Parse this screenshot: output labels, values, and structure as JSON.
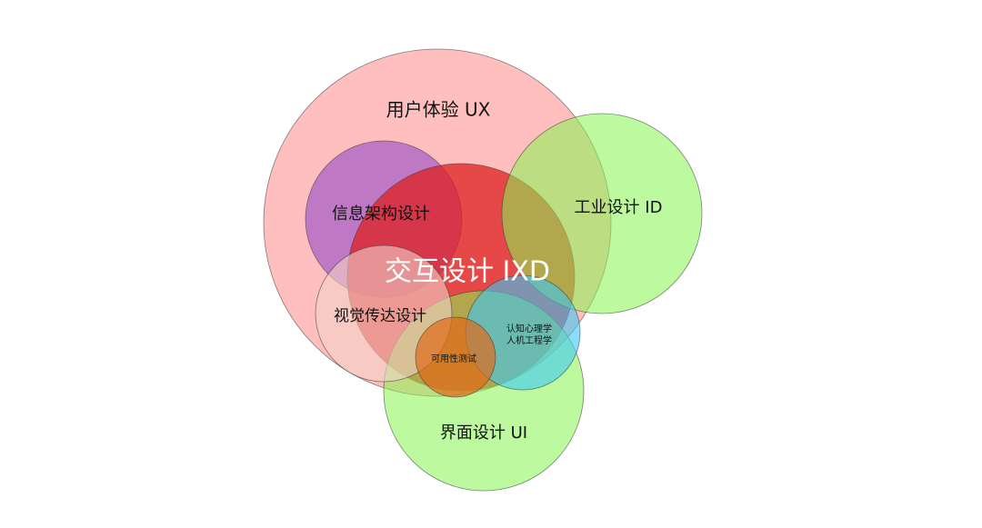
{
  "diagram": {
    "type": "venn",
    "sets": {
      "ux": {
        "label": "用户体验 UX",
        "color": "#ff8a8a"
      },
      "id": {
        "label": "工业设计 ID",
        "color": "#86f550"
      },
      "ui": {
        "label": "界面设计  UI",
        "color": "#86f550"
      },
      "ixd": {
        "label": "交互设计 IXD",
        "color": "#dd2020"
      },
      "ia": {
        "label": "信息架构设计",
        "color": "#8a40c8"
      },
      "visual": {
        "label": "视觉传达设计",
        "color": "#f2d2c8"
      },
      "cognitive": {
        "label_line1": "认知心理学",
        "label_line2": "人机工程学",
        "color": "#3cc8f5"
      },
      "usability": {
        "label": "可用性测试",
        "color": "#e06a1a"
      }
    }
  }
}
